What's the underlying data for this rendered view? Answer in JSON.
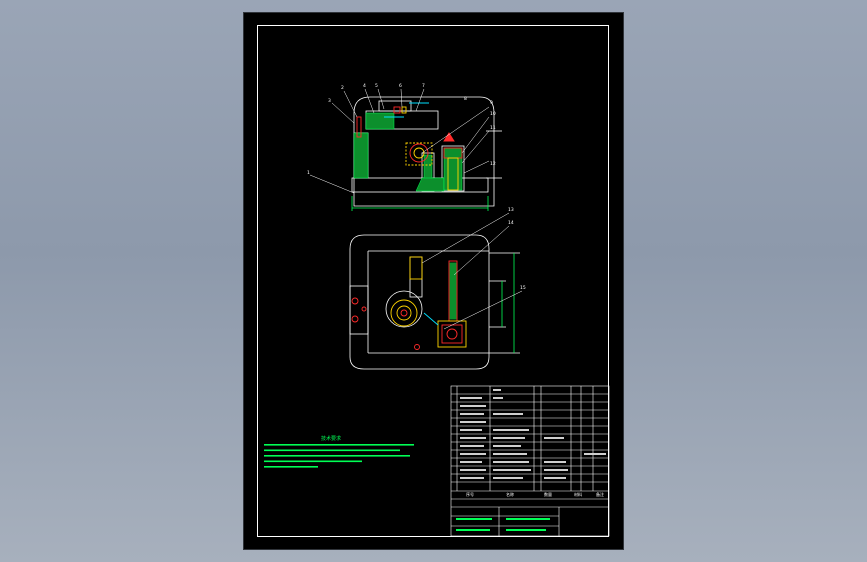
{
  "sheet": {
    "background": "#000000",
    "line_color": "#ffffff",
    "accent_green": "#00ff55",
    "accent_red": "#ff2a2a",
    "accent_yellow": "#ffd400",
    "accent_cyan": "#00e0ff"
  },
  "notes": {
    "title": "技术要求"
  },
  "parts_list": {
    "headers": [
      "序号",
      "名称",
      "数量",
      "材料",
      "备注"
    ]
  },
  "callouts": [
    "1",
    "2",
    "3",
    "4",
    "5",
    "6",
    "7",
    "8",
    "9",
    "10",
    "11",
    "12",
    "13",
    "14",
    "15"
  ]
}
